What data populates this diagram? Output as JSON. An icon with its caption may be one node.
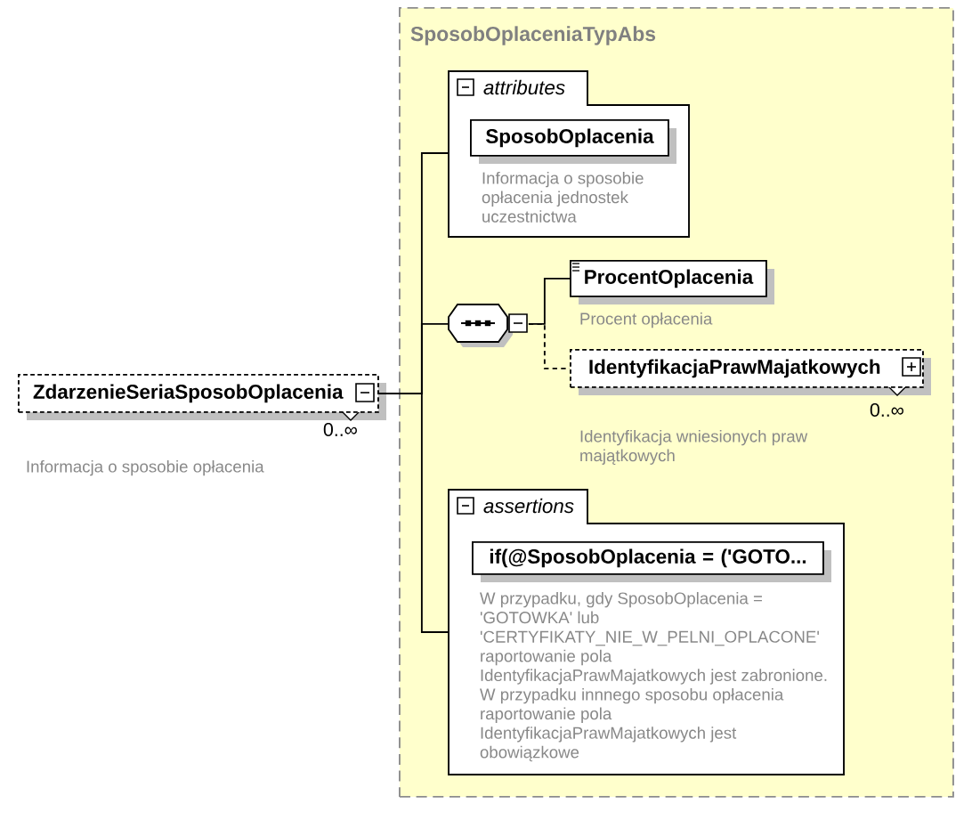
{
  "diagram": {
    "nodes": [
      {
        "text": [
          "ZdarzenieSeriaSposobOplacenia"
        ],
        "beside": [
          "0..∞",
          "Informacja o sposobie opłacenia"
        ]
      },
      {
        "text": [
          "SposobOplaceniaTypAbs"
        ]
      },
      {
        "text": [
          "attributes"
        ],
        "in": 1
      },
      {
        "text": [
          "SposobOplacenia"
        ],
        "in": 2,
        "beside": [
          "Informacja o sposobie opłacenia jednostek uczestnictwa"
        ]
      },
      {
        "text": [],
        "shape": "octagon",
        "in": 1
      },
      {
        "text": [
          "ProcentOplacenia"
        ],
        "in": 1,
        "beside": [
          "Procent opłacenia"
        ]
      },
      {
        "text": [
          "IdentyfikacjaPrawMajatkowych"
        ],
        "in": 1,
        "beside": [
          "0..∞",
          "Identyfikacja wniesionych praw majątkowych"
        ]
      },
      {
        "text": [
          "assertions"
        ],
        "in": 1
      },
      {
        "text": [
          "if(@SposobOplacenia = ('GOTO..."
        ],
        "in": 7,
        "beside": [
          "W przypadku, gdy SposobOplacenia = 'GOTOWKA' lub 'CERTYFIKATY_NIE_W_PELNI_OPLACONE' raportowanie pola IdentyfikacjaPrawMajatkowych jest zabronione. W przypadku innnego sposobu opłacenia raportowanie pola IdentyfikacjaPrawMajatkowych jest obowiązkowe"
        ]
      }
    ],
    "edges": [
      {
        "from": 0,
        "to": 2,
        "arrow": "none"
      },
      {
        "from": 0,
        "to": 4,
        "arrow": "none"
      },
      {
        "from": 0,
        "to": 7,
        "arrow": "none"
      },
      {
        "from": 4,
        "to": 5,
        "arrow": "none"
      },
      {
        "from": 4,
        "to": 6,
        "arrow": "none",
        "style": "dashed"
      }
    ]
  }
}
